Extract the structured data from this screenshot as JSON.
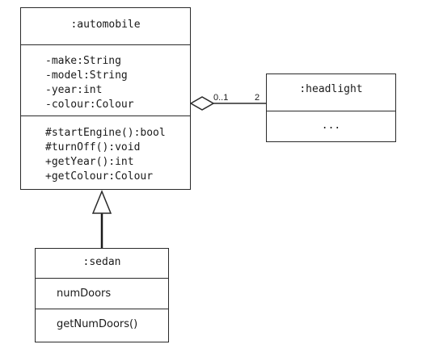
{
  "classes": {
    "automobile": {
      "name": ":automobile",
      "attributes": [
        "-make:String",
        "-model:String",
        "-year:int",
        "-colour:Colour"
      ],
      "operations": [
        "#startEngine():bool",
        "#turnOff():void",
        "+getYear():int",
        "+getColour:Colour"
      ]
    },
    "headlight": {
      "name": ":headlight",
      "body": "..."
    },
    "sedan": {
      "name": ":sedan",
      "attributes": [
        "numDoors"
      ],
      "operations": [
        "getNumDoors()"
      ]
    }
  },
  "association": {
    "multiplicity_whole": "0..1",
    "multiplicity_part": "2"
  },
  "colors": {
    "stroke": "#2a2a2a",
    "background": "#ffffff"
  }
}
